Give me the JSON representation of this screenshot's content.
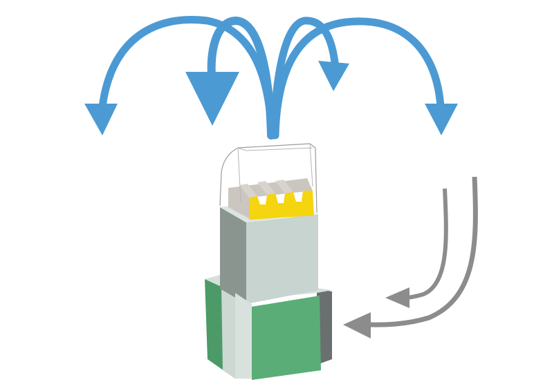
{
  "diagram": {
    "subject": "air-purifier-airflow",
    "outflow_arrows": [
      "outflow-arrow-far-left",
      "outflow-arrow-left",
      "outflow-arrow-right",
      "outflow-arrow-far-right"
    ],
    "inflow_arrows": [
      "inflow-arrow-upper",
      "inflow-arrow-lower"
    ],
    "device_parts": [
      "transparent-top-cover",
      "grey-filter-cartridge",
      "yellow-comb-filter",
      "light-grey-housing",
      "green-base-module",
      "green-side-panel"
    ]
  },
  "colors": {
    "outflow": "#4c9ad4",
    "inflow": "#8c8c8c",
    "housing_light": "#c8d4d0",
    "housing_shadow": "#8a9590",
    "filter_yellow": "#f5d410",
    "filter_grey": "#cbc6bf",
    "green_front": "#5aad77",
    "green_side": "#4c9a68",
    "dark_panel": "#6a6f70"
  }
}
